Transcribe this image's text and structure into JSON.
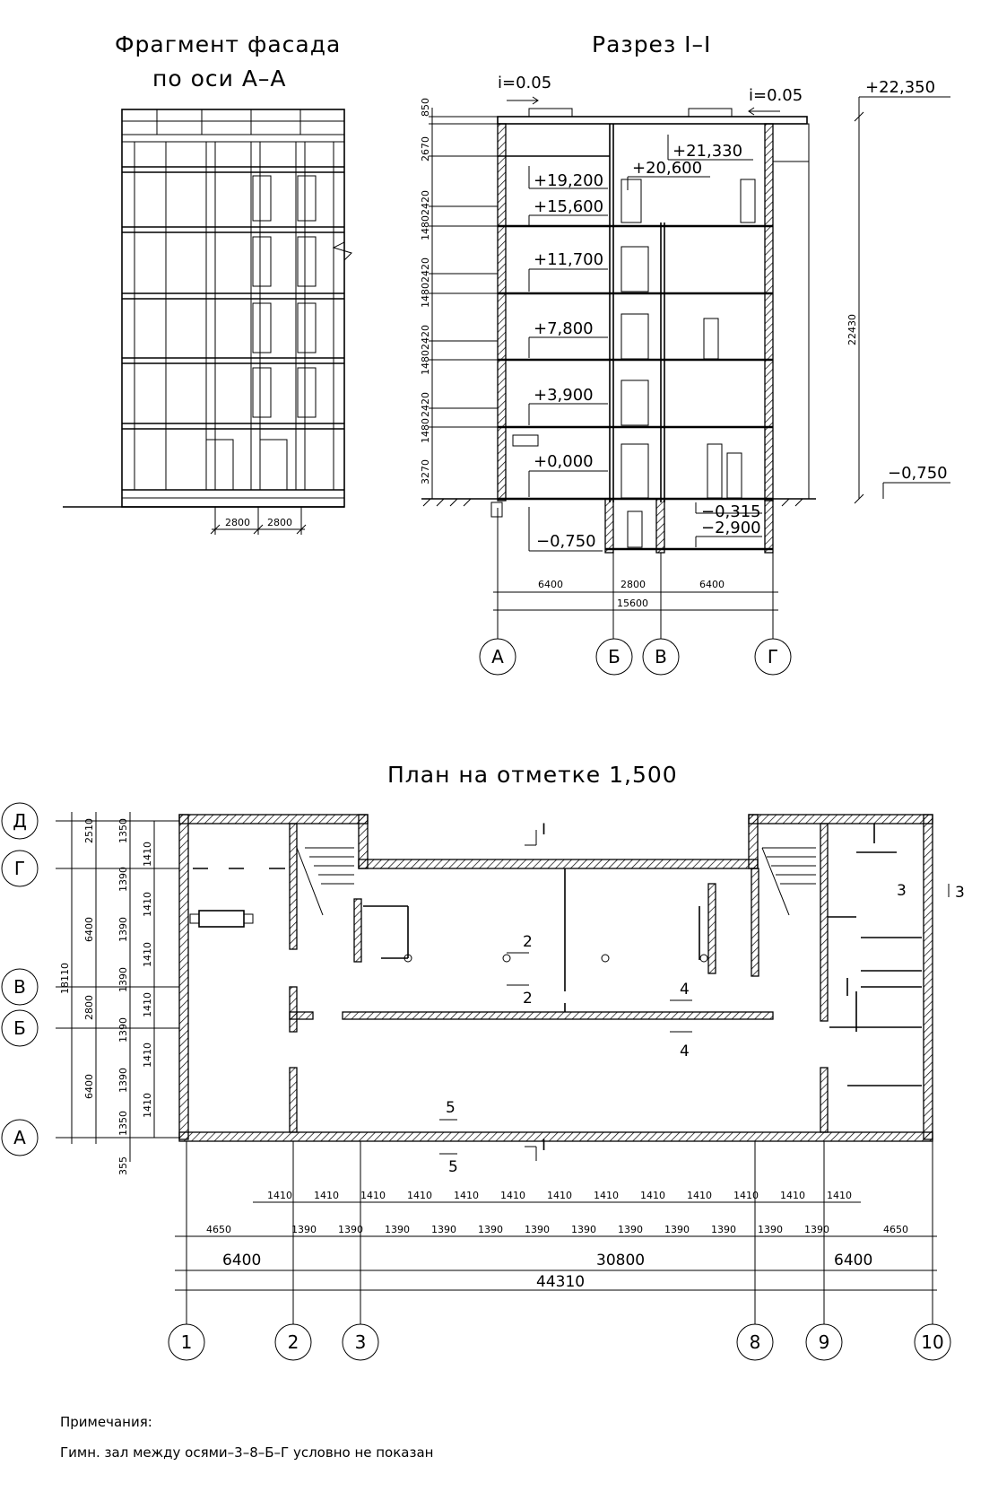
{
  "facade": {
    "title_line1": "Фрагмент фасада",
    "title_line2": "по оси А–А",
    "dims": [
      "2800",
      "2800"
    ]
  },
  "section": {
    "title": "Разрез I–I",
    "slopes": [
      "i=0.05",
      "i=0.05"
    ],
    "levels": [
      "+22,350",
      "+21,330",
      "+20,600",
      "+19,200",
      "+15,600",
      "+11,700",
      "+7,800",
      "+3,900",
      "+0,000",
      "−0,750",
      "−0,315",
      "−2,900",
      "−0,750"
    ],
    "height_dims": [
      "850",
      "2670",
      "2420",
      "1480",
      "2420",
      "1480",
      "2420",
      "1480",
      "2420",
      "1480",
      "3270"
    ],
    "total_height": "22430",
    "bottom_dims": [
      "6400",
      "2800",
      "6400"
    ],
    "total_width": "15600",
    "axes": [
      "А",
      "Б",
      "В",
      "Г"
    ]
  },
  "plan": {
    "title": "План на отметке 1,500",
    "row_axes": [
      "Д",
      "Г",
      "В",
      "Б",
      "А"
    ],
    "left_outer_dims": [
      "2510",
      "6400",
      "2800",
      "6400"
    ],
    "left_total": "18110",
    "left_inner_dims": [
      "1350",
      "1410",
      "1390",
      "1410",
      "1390",
      "1410",
      "1390",
      "1410",
      "1390",
      "1410",
      "1390",
      "1410",
      "1350"
    ],
    "left_bottom_dim": "355",
    "section_marks": [
      "I",
      "I",
      "2",
      "2",
      "3",
      "3",
      "4",
      "4",
      "5",
      "5"
    ],
    "bottom_row1": [
      "1410",
      "1410",
      "1410",
      "1410",
      "1410",
      "1410",
      "1410",
      "1410",
      "1410",
      "1410",
      "1410",
      "1410",
      "1410"
    ],
    "bottom_row2_end": "4650",
    "bottom_row2": [
      "1390",
      "1390",
      "1390",
      "1390",
      "1390",
      "1390",
      "1390",
      "1390",
      "1390",
      "1390",
      "1390",
      "1390"
    ],
    "bottom_row3": [
      "6400",
      "30800",
      "6400"
    ],
    "bottom_total": "44310",
    "col_axes": [
      "1",
      "2",
      "3",
      "8",
      "9",
      "10"
    ]
  },
  "notes": {
    "heading": "Примечания:",
    "text": "Гимн. зал между осями–3–8–Б–Г условно не показан"
  }
}
